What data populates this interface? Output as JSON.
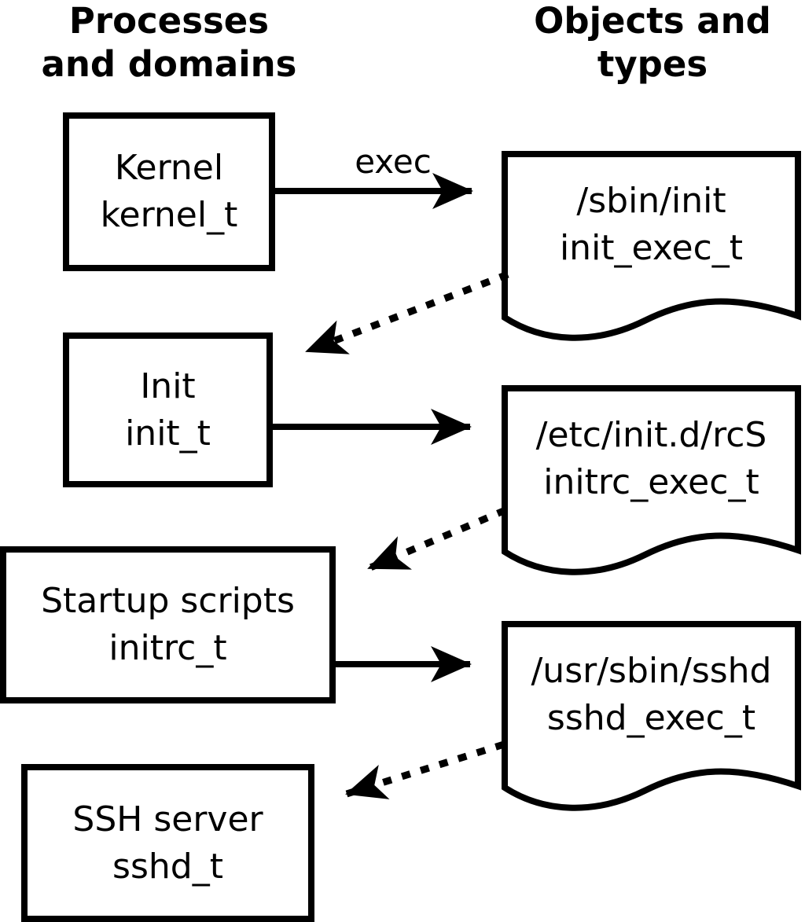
{
  "diagram": {
    "title_columns": {
      "left": {
        "line1": "Processes",
        "line2": "and domains"
      },
      "right": {
        "line1": "Objects and",
        "line2": "types"
      }
    },
    "processes": [
      {
        "name": "Kernel",
        "type": "kernel_t"
      },
      {
        "name": "Init",
        "type": "init_t"
      },
      {
        "name": "Startup scripts",
        "type": "initrc_t"
      },
      {
        "name": "SSH server",
        "type": "sshd_t"
      }
    ],
    "objects": [
      {
        "path": "/sbin/init",
        "type": "init_exec_t"
      },
      {
        "path": "/etc/init.d/rcS",
        "type": "initrc_exec_t"
      },
      {
        "path": "/usr/sbin/sshd",
        "type": "sshd_exec_t"
      }
    ],
    "edges": {
      "exec_label": "exec",
      "solid_style": "exec",
      "dotted_style": "domain-transition"
    },
    "colors": {
      "stroke": "#000000",
      "fill": "#ffffff"
    }
  }
}
